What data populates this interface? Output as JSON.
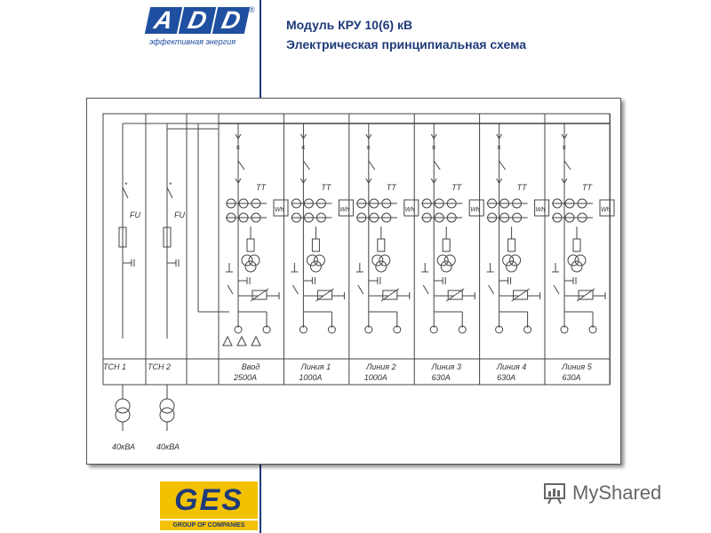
{
  "header": {
    "logo_letters": [
      "A",
      "D",
      "D"
    ],
    "logo_reg": "®",
    "logo_tagline": "эффективная энергия",
    "title_line1": "Модуль КРУ 10(6) кВ",
    "title_line2": "Электрическая принципиальная схема"
  },
  "diagram": {
    "fuse_label": "FU",
    "ct_label": "ТТ",
    "meter_label": "Wh",
    "aux": [
      {
        "name": "ТСН 1",
        "power": "40кВА"
      },
      {
        "name": "ТСН 2",
        "power": "40кВА"
      }
    ],
    "cells": [
      {
        "name": "Ввод",
        "current": "2500А"
      },
      {
        "name": "Линия 1",
        "current": "1000А"
      },
      {
        "name": "Линия 2",
        "current": "1000А"
      },
      {
        "name": "Линия 3",
        "current": "630А"
      },
      {
        "name": "Линия 4",
        "current": "630А"
      },
      {
        "name": "Линия 5",
        "current": "630А"
      }
    ]
  },
  "footer": {
    "ges_wordmark": "GES",
    "ges_sub": "GROUP OF COMPANIES",
    "watermark": "MyShared"
  },
  "colors": {
    "accent_blue": "#1f3a7a",
    "ges_yellow": "#f2c200",
    "line": "#444444"
  }
}
